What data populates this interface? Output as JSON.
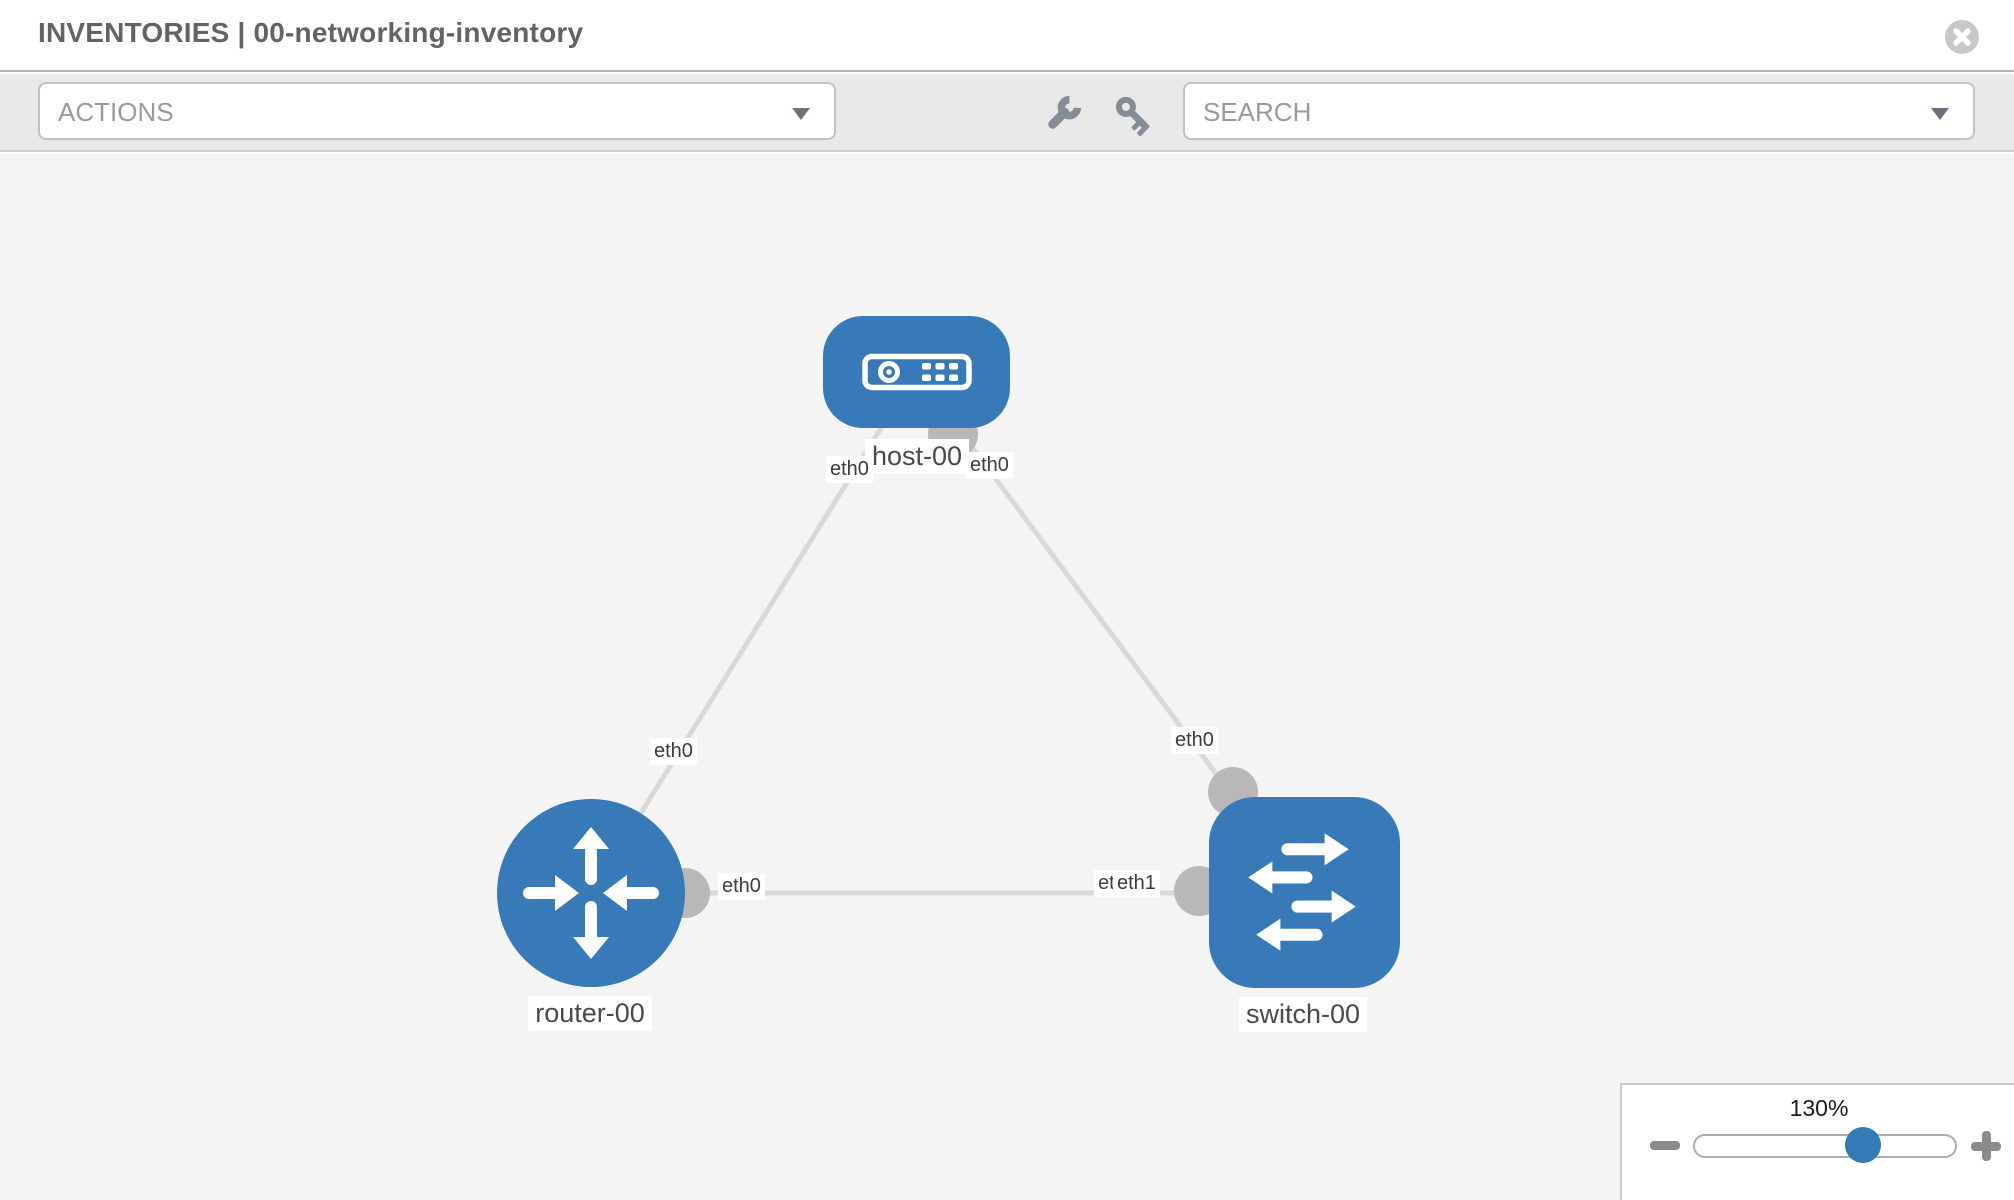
{
  "window": {
    "title": "INVENTORIES | 00-networking-inventory"
  },
  "toolbar": {
    "actions_label": "ACTIONS",
    "search_placeholder": "SEARCH"
  },
  "icons": {
    "close": "circle-x",
    "wrench": "wrench",
    "key": "key",
    "dropdown_caret": "chevron-down",
    "zoom_out": "minus",
    "zoom_in": "plus"
  },
  "topology": {
    "nodes": [
      {
        "id": "host-00",
        "type": "host",
        "label": "host-00"
      },
      {
        "id": "router-00",
        "type": "router",
        "label": "router-00"
      },
      {
        "id": "switch-00",
        "type": "switch",
        "label": "switch-00"
      }
    ],
    "links": [
      {
        "from": "host-00",
        "to": "router-00"
      },
      {
        "from": "host-00",
        "to": "switch-00"
      },
      {
        "from": "router-00",
        "to": "switch-00"
      }
    ],
    "interface_labels": [
      {
        "text": "eth0",
        "near": "host-left"
      },
      {
        "text": "eth0",
        "near": "host-right"
      },
      {
        "text": "eth0",
        "near": "link-host-router"
      },
      {
        "text": "eth0",
        "near": "link-host-switch"
      },
      {
        "text": "eth0",
        "near": "router-port"
      },
      {
        "text": "eth0",
        "near": "switch-port-underneath"
      },
      {
        "text": "eth1",
        "near": "switch-port"
      }
    ]
  },
  "zoom_control": {
    "level": "130%"
  },
  "colors": {
    "node_blue": "#3879b7",
    "thumb_blue": "#337ab7",
    "edge_gray": "#d9d9d9",
    "port_gray": "#b8b8b8",
    "canvas_bg": "#f4f4f4",
    "toolbar_bg": "#e9e9e9",
    "title_text": "#636363",
    "icon_gray": "#868c96"
  }
}
